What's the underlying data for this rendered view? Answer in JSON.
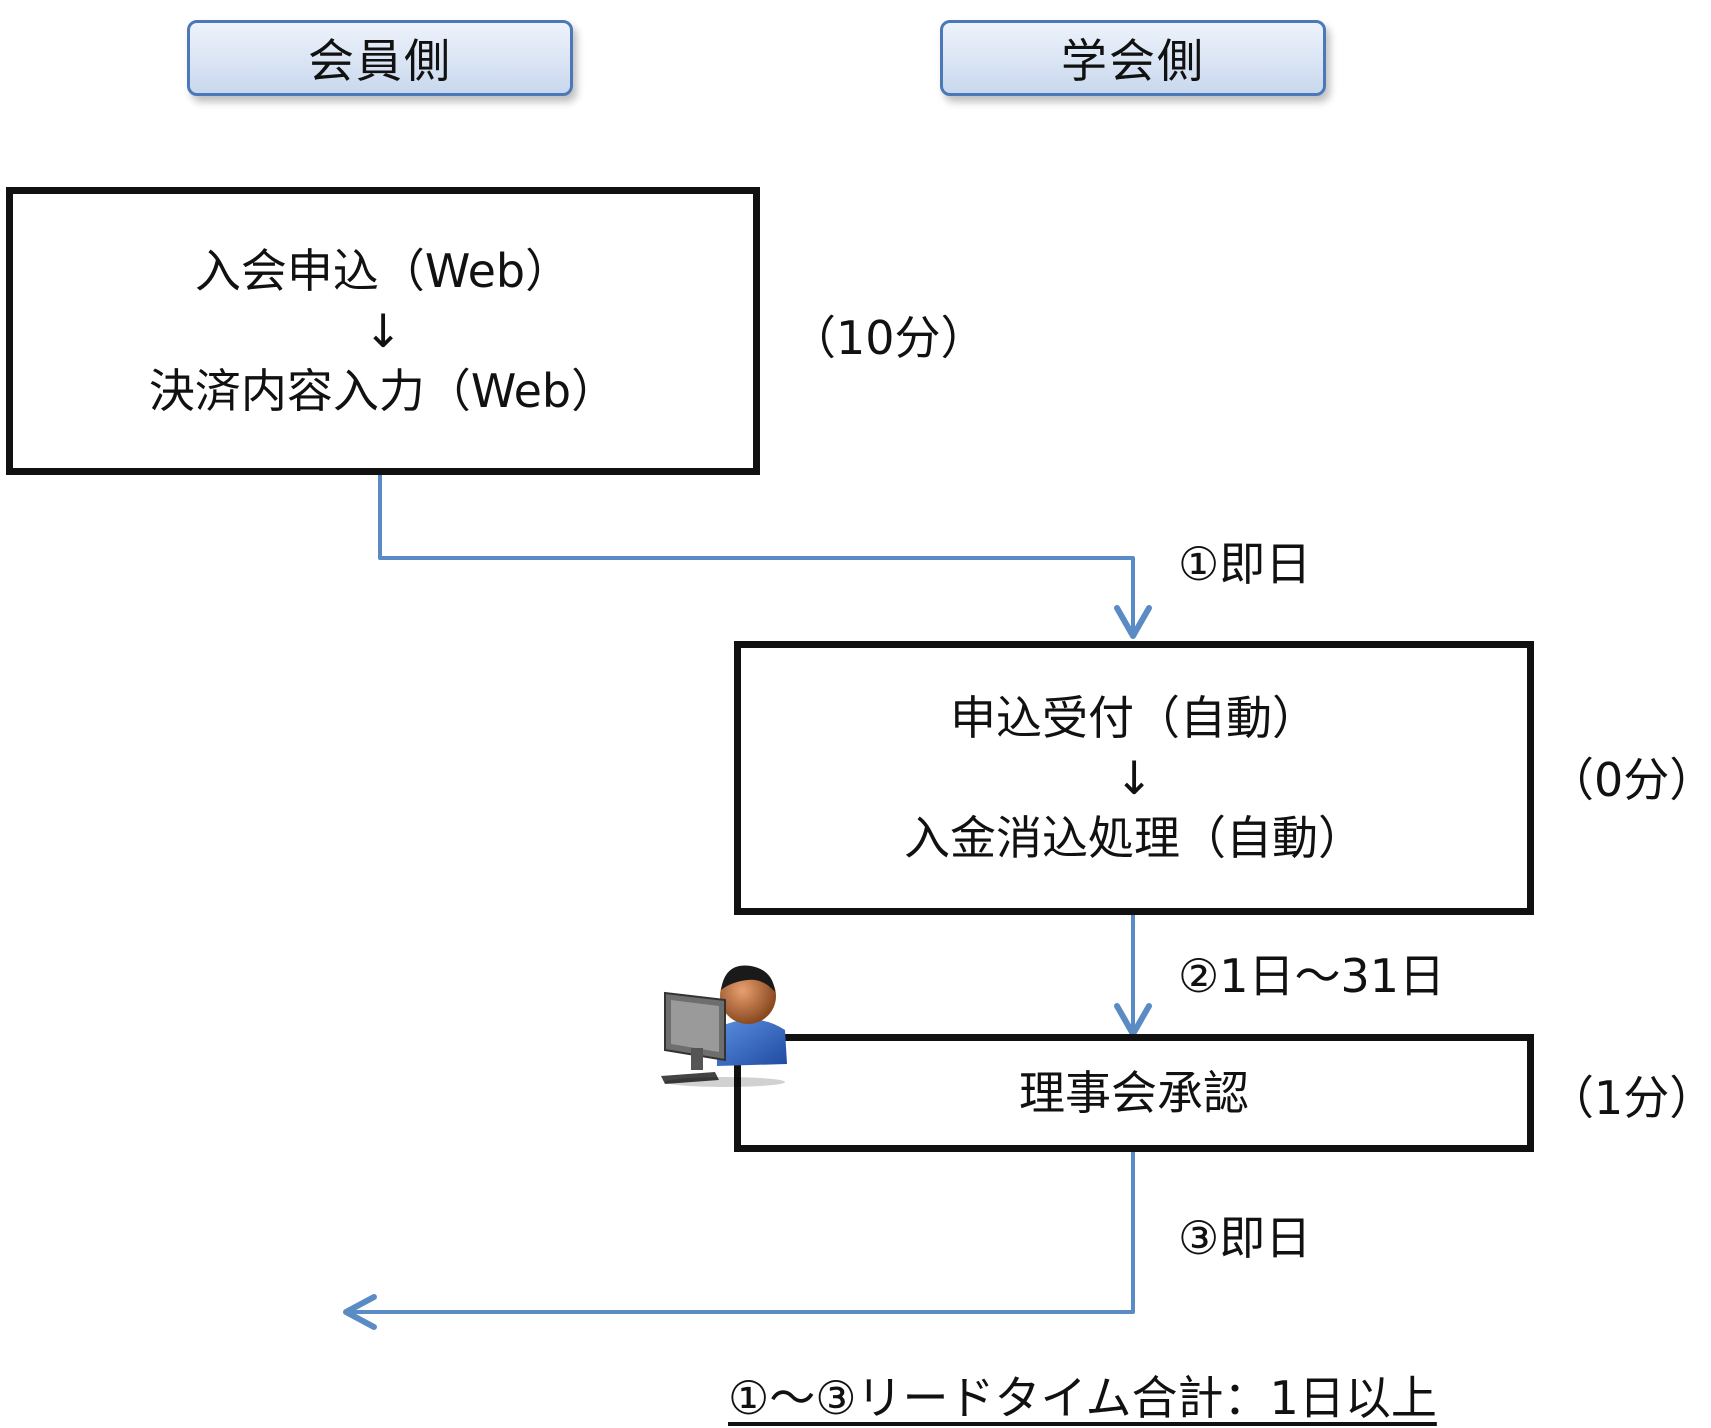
{
  "lanes": {
    "member": "会員側",
    "society": "学会側"
  },
  "boxes": {
    "application": {
      "line1": "入会申込（Web）",
      "arrow": "↓",
      "line2": "決済内容入力（Web）"
    },
    "receipt": {
      "line1": "申込受付（自動）",
      "arrow": "↓",
      "line2": "入金消込処理（自動）"
    },
    "approval": {
      "line1": "理事会承認"
    }
  },
  "durations": {
    "application": "（10分）",
    "receipt": "（0分）",
    "approval": "（1分）"
  },
  "steps": {
    "step1": "①即日",
    "step2": "②1日～31日",
    "step3": "③即日"
  },
  "summary": "①～③リードタイム合計：1日以上",
  "icons": {
    "person_at_computer": "person-computer-icon"
  },
  "colors": {
    "connector": "#5b8bc5",
    "header_border": "#4a78b8"
  }
}
